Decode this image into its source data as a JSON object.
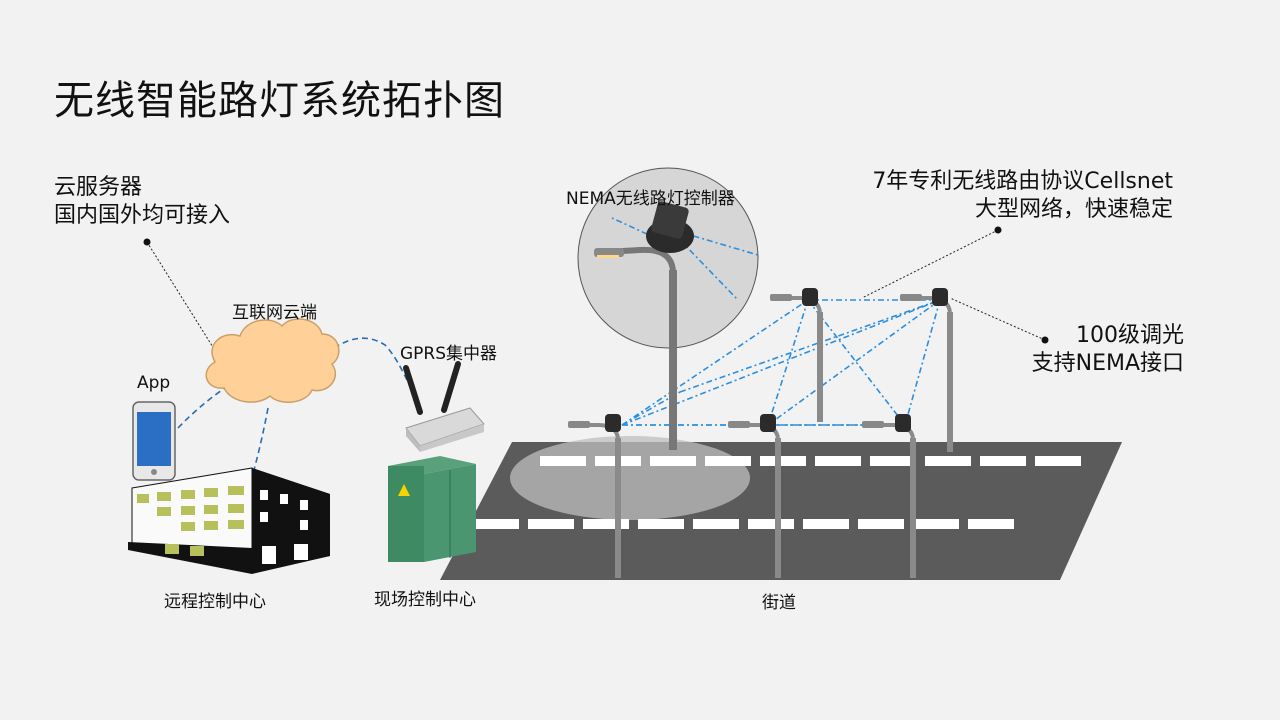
{
  "title": "无线智能路灯系统拓扑图",
  "cloud_server": {
    "line1": "云服务器",
    "line2": "国内国外均可接入"
  },
  "internet_cloud": "互联网云端",
  "gprs_concentrator": "GPRS集中器",
  "app": "App",
  "nema_controller": "NEMA无线路灯控制器",
  "protocol_note": {
    "line1": "7年专利无线路由协议Cellsnet",
    "line2": "大型网络，快速稳定"
  },
  "dimming_note": {
    "line1": "100级调光",
    "line2": "支持NEMA接口"
  },
  "remote_center": "远程控制中心",
  "onsite_center": "现场控制中心",
  "street": "街道",
  "colors": {
    "mesh_link": "#2a8fe0",
    "cloud_fill": "#ffd199",
    "cabinet": "#3d8a63",
    "road": "#5a5a5a"
  }
}
